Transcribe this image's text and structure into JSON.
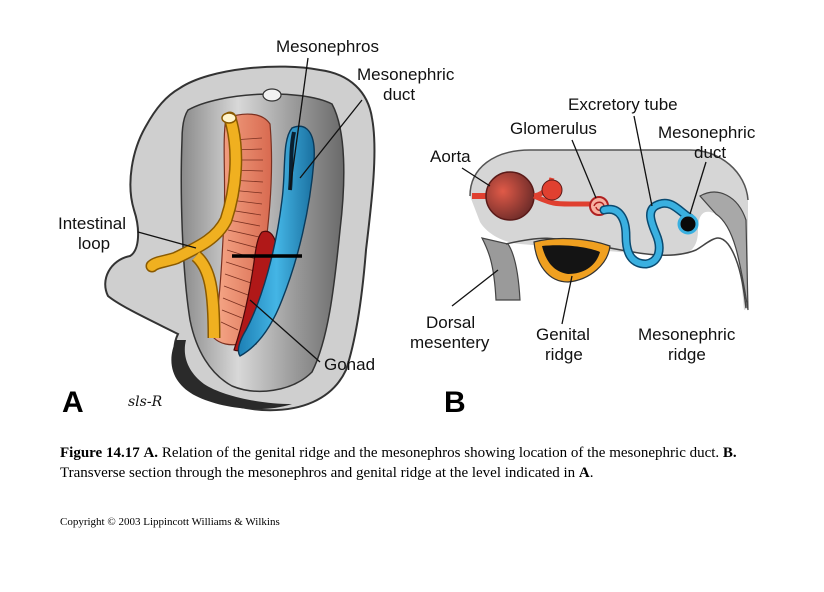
{
  "panel_a": {
    "letter": "A",
    "signature": "sls-R",
    "labels": {
      "mesonephros": "Mesonephros",
      "mesonephric_duct_line1": "Mesonephric",
      "mesonephric_duct_line2": "duct",
      "intestinal_loop_line1": "Intestinal",
      "intestinal_loop_line2": "loop",
      "gonad": "Gonad"
    }
  },
  "panel_b": {
    "letter": "B",
    "labels": {
      "aorta": "Aorta",
      "glomerulus": "Glomerulus",
      "excretory_tube": "Excretory tube",
      "mesonephric_duct_line1": "Mesonephric",
      "mesonephric_duct_line2": "duct",
      "dorsal_mesentery_line1": "Dorsal",
      "dorsal_mesentery_line2": "mesentery",
      "genital_ridge_line1": "Genital",
      "genital_ridge_line2": "ridge",
      "mesonephric_ridge_line1": "Mesonephric",
      "mesonephric_ridge_line2": "ridge"
    }
  },
  "caption": {
    "figure_number": "Figure 14.17",
    "a_letter": "A.",
    "a_text": "Relation of the genital ridge and the mesonephros showing location of the mesonephric duct.",
    "b_letter": "B.",
    "b_text": "Transverse section through the mesonephros and genital ridge at the level indicated in",
    "end_letter": "A",
    "end_punct": "."
  },
  "copyright": "Copyright © 2003 Lippincott Williams & Wilkins",
  "colors": {
    "mesonephric_duct": "#2a9fd0",
    "mesonephros": "#f08a6a",
    "intestine": "#f0b020",
    "gonad": "#b01818",
    "aorta": "#e04030",
    "body_wall": "#b8b8b8",
    "cavity": "#e2e2e2"
  }
}
